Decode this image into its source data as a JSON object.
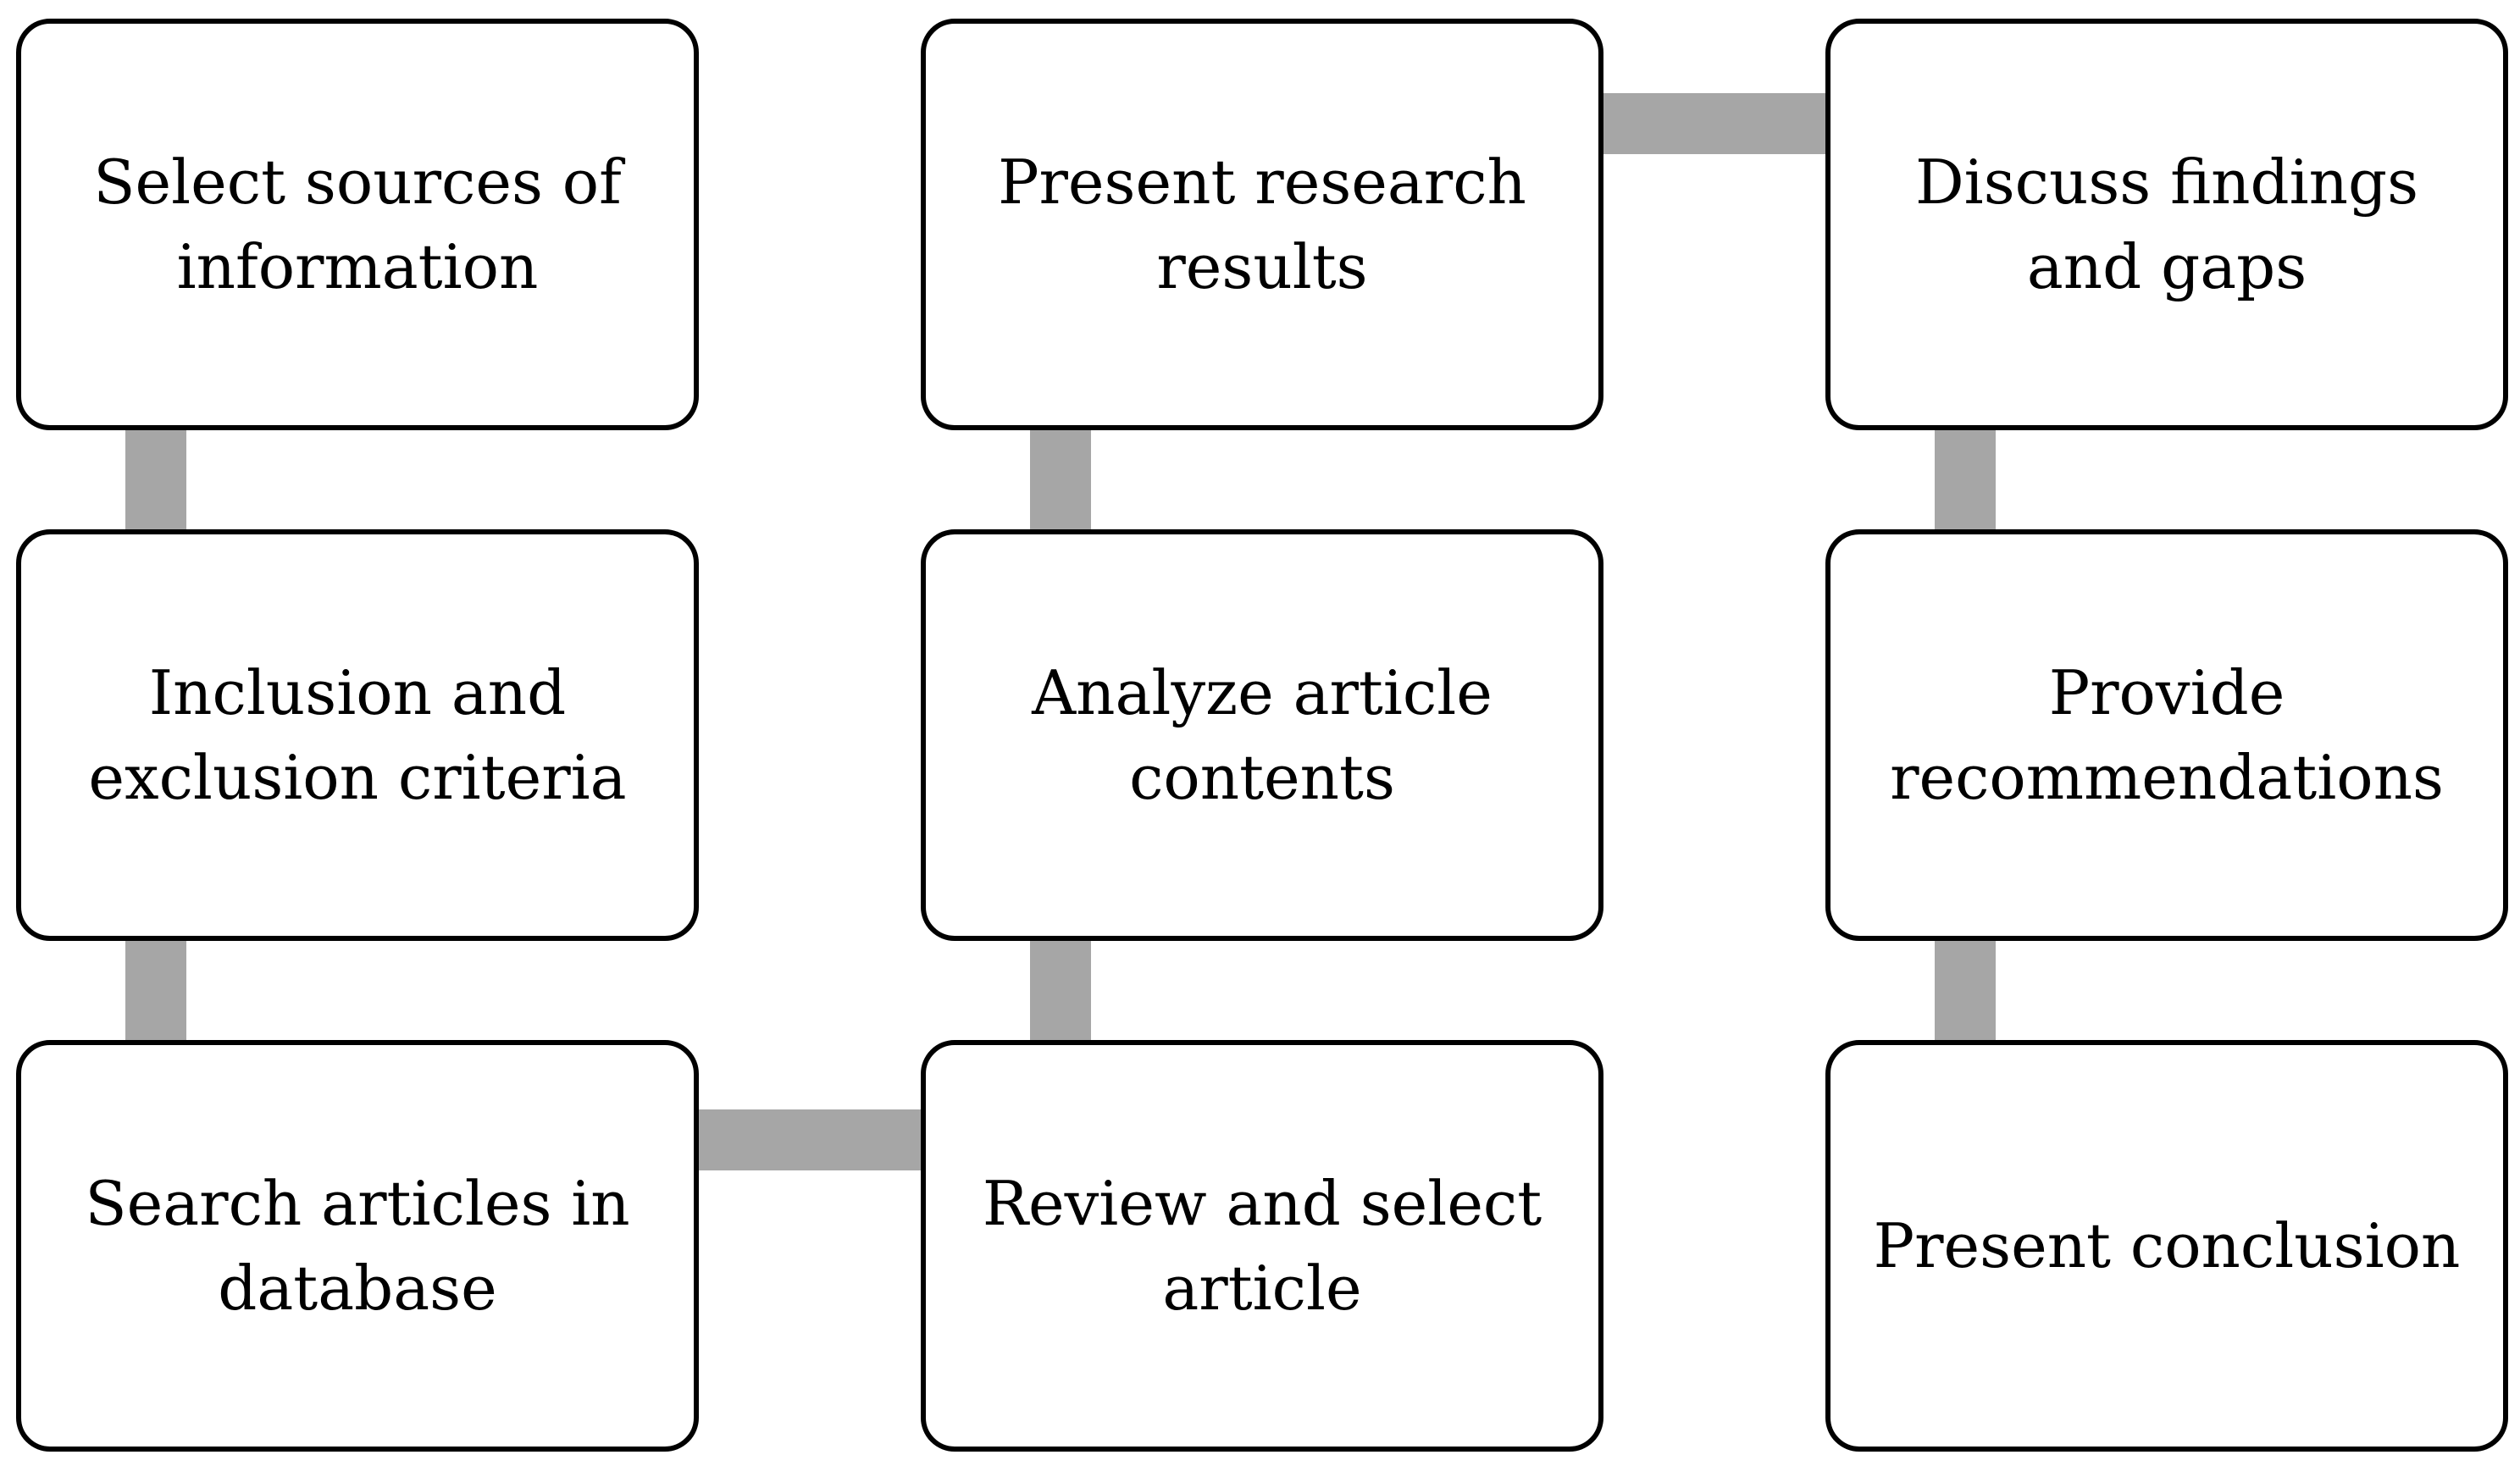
{
  "diagram": {
    "connector_color": "#a6a6a6",
    "box_border_color": "#000000",
    "steps": [
      {
        "id": "select-sources",
        "label": "Select sources of\ninformation"
      },
      {
        "id": "inclusion-exclusion",
        "label": "Inclusion and\nexclusion criteria"
      },
      {
        "id": "search-articles",
        "label": "Search articles in\ndatabase"
      },
      {
        "id": "review-select",
        "label": "Review and select\narticle"
      },
      {
        "id": "analyze-contents",
        "label": "Analyze article\ncontents"
      },
      {
        "id": "present-results",
        "label": "Present research\nresults"
      },
      {
        "id": "discuss-findings",
        "label": "Discuss findings\nand gaps"
      },
      {
        "id": "provide-recommendations",
        "label": "Provide\nrecommendations"
      },
      {
        "id": "present-conclusion",
        "label": "Present conclusion"
      }
    ],
    "connections": [
      [
        "select-sources",
        "inclusion-exclusion"
      ],
      [
        "inclusion-exclusion",
        "search-articles"
      ],
      [
        "search-articles",
        "review-select"
      ],
      [
        "review-select",
        "analyze-contents"
      ],
      [
        "analyze-contents",
        "present-results"
      ],
      [
        "present-results",
        "discuss-findings"
      ],
      [
        "discuss-findings",
        "provide-recommendations"
      ],
      [
        "provide-recommendations",
        "present-conclusion"
      ]
    ]
  }
}
